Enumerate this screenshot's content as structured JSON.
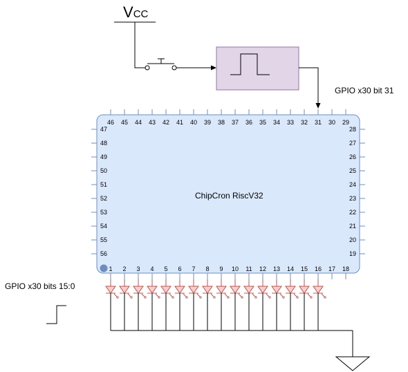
{
  "supply": {
    "label_main": "V",
    "label_sub": "CC"
  },
  "chip": {
    "name": "ChipCron RiscV32"
  },
  "pins": {
    "top": [
      "46",
      "45",
      "44",
      "43",
      "42",
      "41",
      "40",
      "39",
      "38",
      "37",
      "36",
      "35",
      "34",
      "33",
      "32",
      "31",
      "30",
      "29"
    ],
    "left": [
      "47",
      "48",
      "49",
      "50",
      "51",
      "52",
      "53",
      "54",
      "55",
      "56"
    ],
    "right": [
      "28",
      "27",
      "26",
      "25",
      "24",
      "23",
      "22",
      "21",
      "20",
      "19"
    ],
    "bottom": [
      "1",
      "2",
      "3",
      "4",
      "5",
      "6",
      "7",
      "8",
      "9",
      "10",
      "11",
      "12",
      "13",
      "14",
      "15",
      "16",
      "17",
      "18"
    ]
  },
  "labels": {
    "gpio_in": "GPIO  x30  bit 31",
    "gpio_out": "GPIO  x30  bits 15:0"
  },
  "led_count": 16,
  "colors": {
    "chip_fill": "#dae8fc",
    "chip_stroke": "#6c8ebf",
    "pulse_fill": "#e1d5e7",
    "pulse_stroke": "#9673a6",
    "led_fill": "#f8cecc",
    "led_stroke": "#b85450",
    "pin1_marker": "#6c8ebf",
    "wire": "#000000"
  }
}
